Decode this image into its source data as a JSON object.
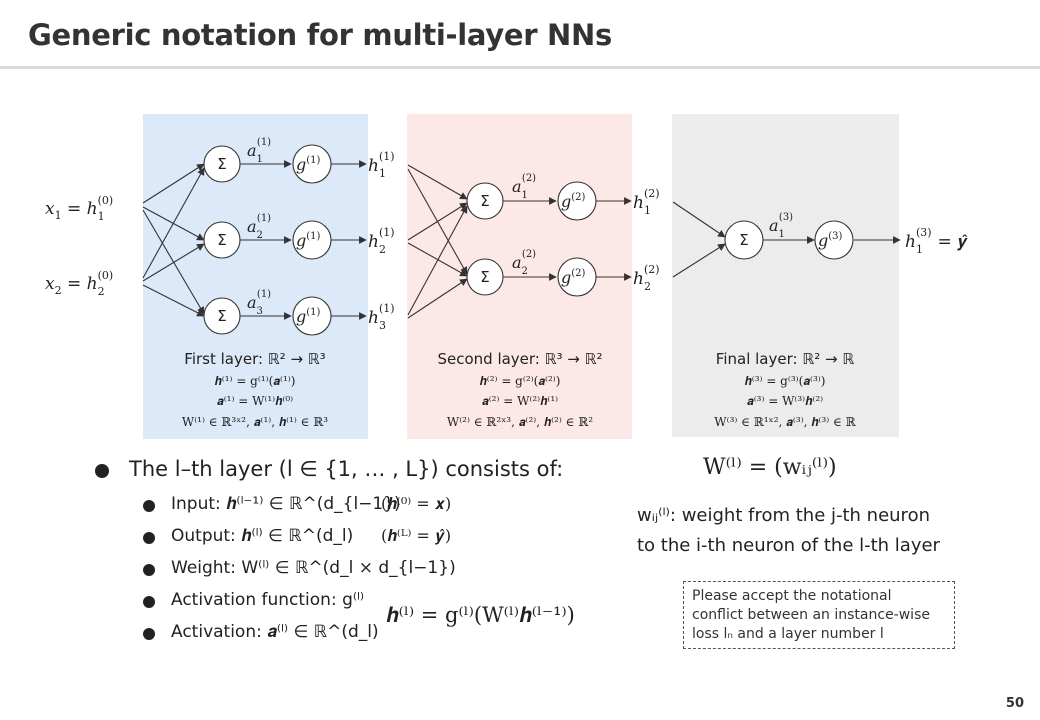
{
  "title": "Generic notation for multi-layer NNs",
  "page_number": "50",
  "colors": {
    "layer1": "#dce9f8",
    "layer2": "#fde8e8",
    "layer3": "#ececec"
  },
  "inputs": [
    {
      "x": "x",
      "i": "1",
      "h": "h",
      "hsub": "1",
      "hsup": "(0)"
    },
    {
      "x": "x",
      "i": "2",
      "h": "h",
      "hsub": "2",
      "hsup": "(0)"
    }
  ],
  "sum_symbol": "Σ",
  "layer1": {
    "a_labels": [
      {
        "base": "a",
        "sub": "1",
        "sup": "(1)"
      },
      {
        "base": "a",
        "sub": "2",
        "sup": "(1)"
      },
      {
        "base": "a",
        "sub": "3",
        "sup": "(1)"
      }
    ],
    "g_label": {
      "base": "g",
      "sup": "(1)"
    },
    "h_outputs": [
      {
        "base": "h",
        "sub": "1",
        "sup": "(1)"
      },
      {
        "base": "h",
        "sub": "2",
        "sup": "(1)"
      },
      {
        "base": "h",
        "sub": "3",
        "sup": "(1)"
      }
    ],
    "caption": "First layer: ℝ² → ℝ³",
    "eq1": "𝒉⁽¹⁾ = g⁽¹⁾(𝒂⁽¹⁾)",
    "eq2": "𝒂⁽¹⁾ = W⁽¹⁾𝒉⁽⁰⁾",
    "eq3": "W⁽¹⁾ ∈ ℝ³ˣ², 𝒂⁽¹⁾, 𝒉⁽¹⁾ ∈ ℝ³"
  },
  "layer2": {
    "a_labels": [
      {
        "base": "a",
        "sub": "1",
        "sup": "(2)"
      },
      {
        "base": "a",
        "sub": "2",
        "sup": "(2)"
      }
    ],
    "g_label": {
      "base": "g",
      "sup": "(2)"
    },
    "h_outputs": [
      {
        "base": "h",
        "sub": "1",
        "sup": "(2)"
      },
      {
        "base": "h",
        "sub": "2",
        "sup": "(2)"
      }
    ],
    "caption": "Second layer: ℝ³ → ℝ²",
    "eq1": "𝒉⁽²⁾ = g⁽²⁾(𝒂⁽²⁾)",
    "eq2": "𝒂⁽²⁾ = W⁽²⁾𝒉⁽¹⁾",
    "eq3": "W⁽²⁾ ∈ ℝ²ˣ³, 𝒂⁽²⁾, 𝒉⁽²⁾ ∈ ℝ²"
  },
  "layer3": {
    "a_labels": [
      {
        "base": "a",
        "sub": "1",
        "sup": "(3)"
      }
    ],
    "g_label": {
      "base": "g",
      "sup": "(3)"
    },
    "h_output": {
      "base": "h",
      "sub": "1",
      "sup": "(3)",
      "rhs": "= 𝒚̂"
    },
    "caption": "Final layer: ℝ² → ℝ",
    "eq1": "𝒉⁽³⁾ = g⁽³⁾(𝒂⁽³⁾)",
    "eq2": "𝒂⁽³⁾ = W⁽³⁾𝒉⁽²⁾",
    "eq3": "W⁽³⁾ ∈ ℝ¹ˣ², 𝒂⁽³⁾, 𝒉⁽³⁾ ∈ ℝ"
  },
  "bullets": {
    "main": "The l–th layer (l ∈ {1, … , L}) consists of:",
    "input": "Input: 𝒉⁽ˡ⁻¹⁾ ∈ ℝ^(d_{l−1})",
    "input_note": "(𝒉⁽⁰⁾ = 𝒙)",
    "output": "Output: 𝒉⁽ˡ⁾ ∈ ℝ^(d_l)",
    "output_note": "(𝒉⁽ᴸ⁾ = 𝒚̂)",
    "weight": "Weight: W⁽ˡ⁾ ∈ ℝ^(d_l × d_{l−1})",
    "activation_function": "Activation function: g⁽ˡ⁾",
    "activation": "Activation: 𝒂⁽ˡ⁾ ∈ ℝ^(d_l)"
  },
  "formula_W": "W⁽ˡ⁾ = (wᵢⱼ⁽ˡ⁾)",
  "formula_h": "𝒉⁽ˡ⁾ = g⁽ˡ⁾(W⁽ˡ⁾𝒉⁽ˡ⁻¹⁾)",
  "weight_desc_line1": "wᵢⱼ⁽ˡ⁾: weight from the j-th neuron",
  "weight_desc_line2": "to the i-th neuron of the l-th layer",
  "note": "Please accept the notational conflict between an instance-wise loss lₙ and a layer number l"
}
